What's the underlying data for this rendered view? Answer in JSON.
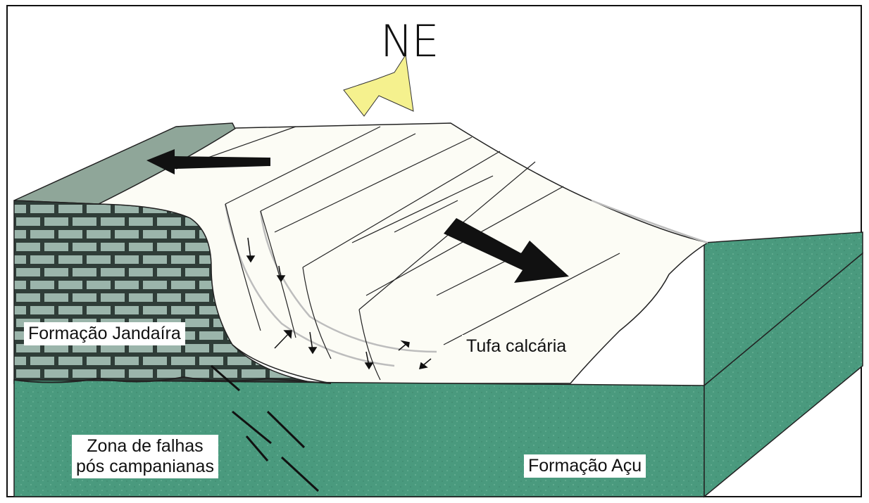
{
  "compass": {
    "label": "NE",
    "arrow_color": "#f5f18e",
    "icon": "north-east-arrow-icon"
  },
  "units": {
    "jandaira": {
      "label": "Formação Jandaíra",
      "color": "#2f3d38",
      "brick_color": "#9bb5ab"
    },
    "tufa": {
      "label": "Tufa calcária",
      "color": "#fcfcf5"
    },
    "acu": {
      "label": "Formação Açu",
      "color": "#4a9a7e"
    },
    "fault_zone": {
      "line1": "Zona de falhas",
      "line2": "pós campanianas"
    }
  },
  "colors": {
    "plateau_top": "#8fa699",
    "tufa_outline": "#bdbdbd",
    "movement_arrow": "#111111"
  }
}
